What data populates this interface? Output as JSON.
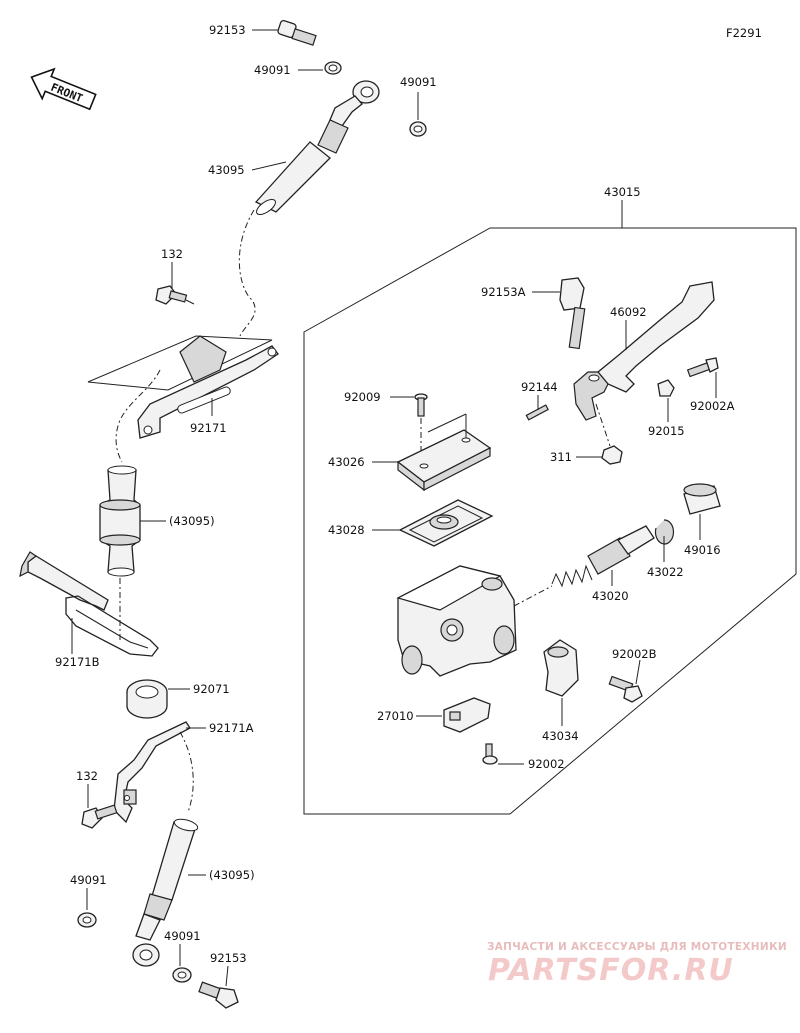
{
  "figure_code": "F2291",
  "front_label": "FRONT",
  "labels": {
    "hose_bolt_top": "92153",
    "washer_top_left": "49091",
    "washer_top_right": "49091",
    "hose_top": "43095",
    "bolt_132_top": "132",
    "clamp_92171": "92171",
    "hose_mid": "(43095)",
    "clamp_92171b": "92171B",
    "grommet": "92071",
    "clamp_92171a": "92171A",
    "bolt_132_bottom": "132",
    "hose_bottom": "(43095)",
    "washer_bottom_left": "49091",
    "washer_bottom_right": "49091",
    "hose_bolt_bottom": "92153",
    "master_cylinder_assy": "43015",
    "bolt_92153a": "92153A",
    "lever": "46092",
    "screw_92009": "92009",
    "pin_92144": "92144",
    "bolt_92002a": "92002A",
    "cap_43026": "43026",
    "nut_92015": "92015",
    "nut_311": "311",
    "diaphragm_43028": "43028",
    "boot_49016": "49016",
    "circlip_43022": "43022",
    "piston_43020": "43020",
    "bolt_92002b": "92002B",
    "switch_27010": "27010",
    "holder_43034": "43034",
    "screw_92002": "92002"
  },
  "watermark": {
    "line1": "ЗАПЧАСТИ И АКСЕССУАРЫ ДЛЯ МОТОТЕХНИКИ",
    "line2": "PARTSFOR.RU"
  }
}
